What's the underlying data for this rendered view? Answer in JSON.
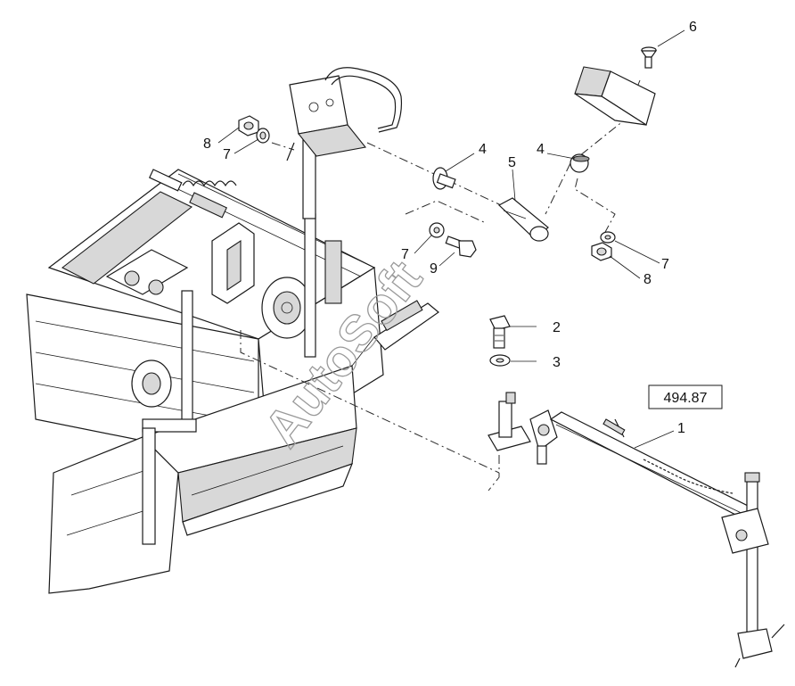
{
  "reference_number": "494.87",
  "watermark": "AutoSoft",
  "callouts": [
    {
      "id": "c1",
      "label": "1"
    },
    {
      "id": "c2",
      "label": "2"
    },
    {
      "id": "c3",
      "label": "3"
    },
    {
      "id": "c4a",
      "label": "4"
    },
    {
      "id": "c4b",
      "label": "4"
    },
    {
      "id": "c5",
      "label": "5"
    },
    {
      "id": "c6",
      "label": "6"
    },
    {
      "id": "c7a",
      "label": "7"
    },
    {
      "id": "c7b",
      "label": "7"
    },
    {
      "id": "c7c",
      "label": "7"
    },
    {
      "id": "c8a",
      "label": "8"
    },
    {
      "id": "c8b",
      "label": "8"
    },
    {
      "id": "c9",
      "label": "9"
    }
  ]
}
